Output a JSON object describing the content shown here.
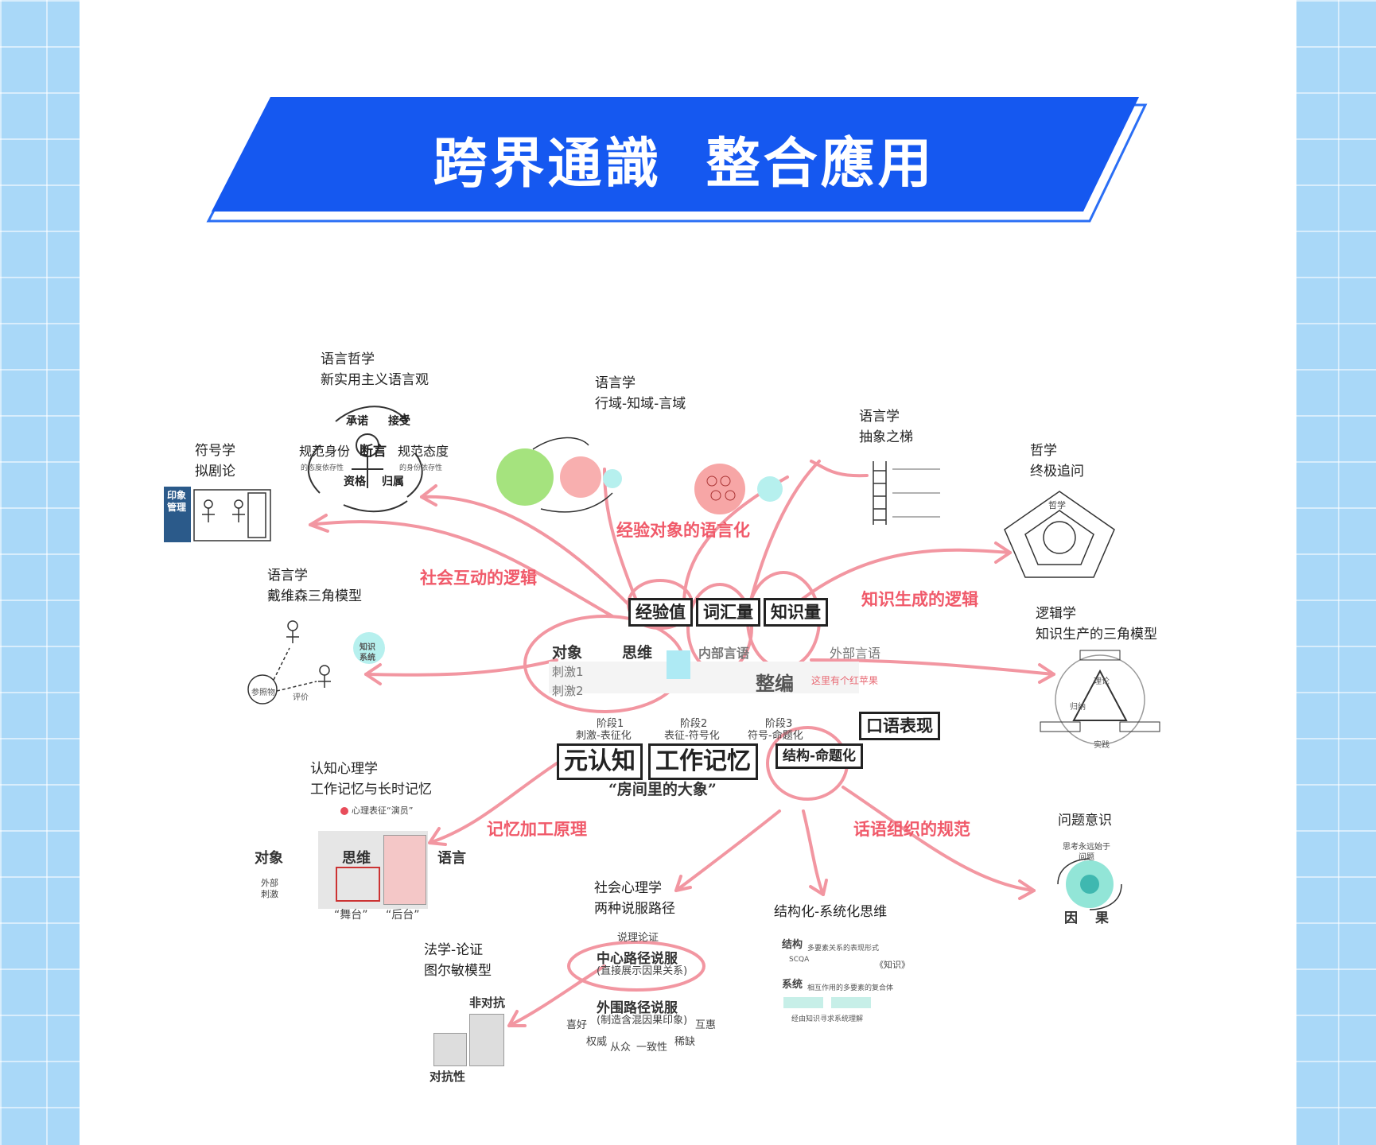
{
  "header": {
    "title": "跨界通識  整合應用"
  },
  "colors": {
    "banner_blue": "#1558f0",
    "accent_red": "#f05a6a",
    "background_blue": "#a9d8f8"
  },
  "topics": {
    "ling_phil": {
      "line1": "语言哲学",
      "line2": "新实用主义语言观"
    },
    "linguistics_domains": {
      "line1": "语言学",
      "line2": "行域-知域-言域"
    },
    "ladder": {
      "line1": "语言学",
      "line2": "抽象之梯"
    },
    "semiotics": {
      "line1": "符号学",
      "line2": "拟剧论"
    },
    "philosophy": {
      "line1": "哲学",
      "line2": "终极追问"
    },
    "davidson": {
      "line1": "语言学",
      "line2": "戴维森三角模型"
    },
    "logic": {
      "line1": "逻辑学",
      "line2": "知识生产的三角模型"
    },
    "cognitive": {
      "line1": "认知心理学",
      "line2": "工作记忆与长时记忆"
    },
    "problem": {
      "line1": "问题意识"
    },
    "social_psych": {
      "line1": "社会心理学",
      "line2": "两种说服路径"
    },
    "structured": {
      "line1": "结构化-系统化思维"
    },
    "law": {
      "line1": "法学-论证",
      "line2": "图尔敏模型"
    }
  },
  "links": {
    "social_logic": "社会互动的逻辑",
    "verbalize": "经验对象的语言化",
    "knowledge_logic": "知识生成的逻辑",
    "memory": "记忆加工原理",
    "discourse": "话语组织的规范"
  },
  "center": {
    "box_experience": "经验值",
    "box_vocab": "词汇量",
    "box_knowledge": "知识量",
    "obj": "对象",
    "think": "思维",
    "inner": "内部言语",
    "outer": "外部言语",
    "stim1": "刺激1",
    "stim2": "刺激2",
    "integrate": "整编",
    "stage1": "阶段1",
    "stage1b": "刺激-表征化",
    "stage2": "阶段2",
    "stage2b": "表征-符号化",
    "stage3": "阶段3",
    "stage3b": "符号-命题化",
    "box_oral": "口语表现",
    "box_meta": "元认知",
    "box_wm": "工作记忆",
    "elephant": "“房间里的大象”",
    "box_struct": "结构-命题化",
    "red_note": "这里有个红苹果"
  },
  "ling_phil_detail": {
    "a": "承诺",
    "b": "接受",
    "c": "规范身份",
    "d": "断言",
    "e": "规范态度",
    "f": "资格",
    "g": "归属",
    "h": "的态度依存性",
    "i": "的身份依存性"
  },
  "cog_detail": {
    "obj": "对象",
    "think": "思维",
    "lang": "语言",
    "stage": "“舞台”",
    "backstage": "“后台”",
    "ext": "外部",
    "stim": "刺激",
    "legend": "心理表征“演员”"
  },
  "davidson_detail": {
    "ref": "参照物",
    "ks1": "知识",
    "ks2": "系统",
    "eval": "评价"
  },
  "logic_detail": {
    "theory": "理论",
    "pract": "实践",
    "induct": "归纳"
  },
  "problem_detail": {
    "top": "思考永远始于",
    "top2": "问题",
    "cause": "因",
    "effect": "果"
  },
  "persuasion": {
    "head": "说理论证",
    "central": "中心路径说服",
    "central_sub": "(直接展示因果关系)",
    "peripheral": "外围路径说服",
    "peripheral_sub": "(制造含混因果印象)",
    "like": "喜好",
    "reciprocity": "互惠",
    "authority": "权威",
    "herd": "从众",
    "consistency": "一致性",
    "scarcity": "稀缺"
  },
  "struct_detail": {
    "struct": "结构",
    "struct_desc": "多要素关系的表现形式",
    "sys": "系统",
    "sys_desc": "相互作用的多要素的复合体",
    "knowledge": "《知识》",
    "foot": "经由知识寻求系统理解",
    "scqa": "SCQA"
  },
  "law_detail": {
    "non": "非对抗",
    "adv": "对抗性"
  },
  "semiotics_detail": {
    "badge": "印象管理"
  },
  "philosophy_detail": {
    "center": "哲学"
  }
}
